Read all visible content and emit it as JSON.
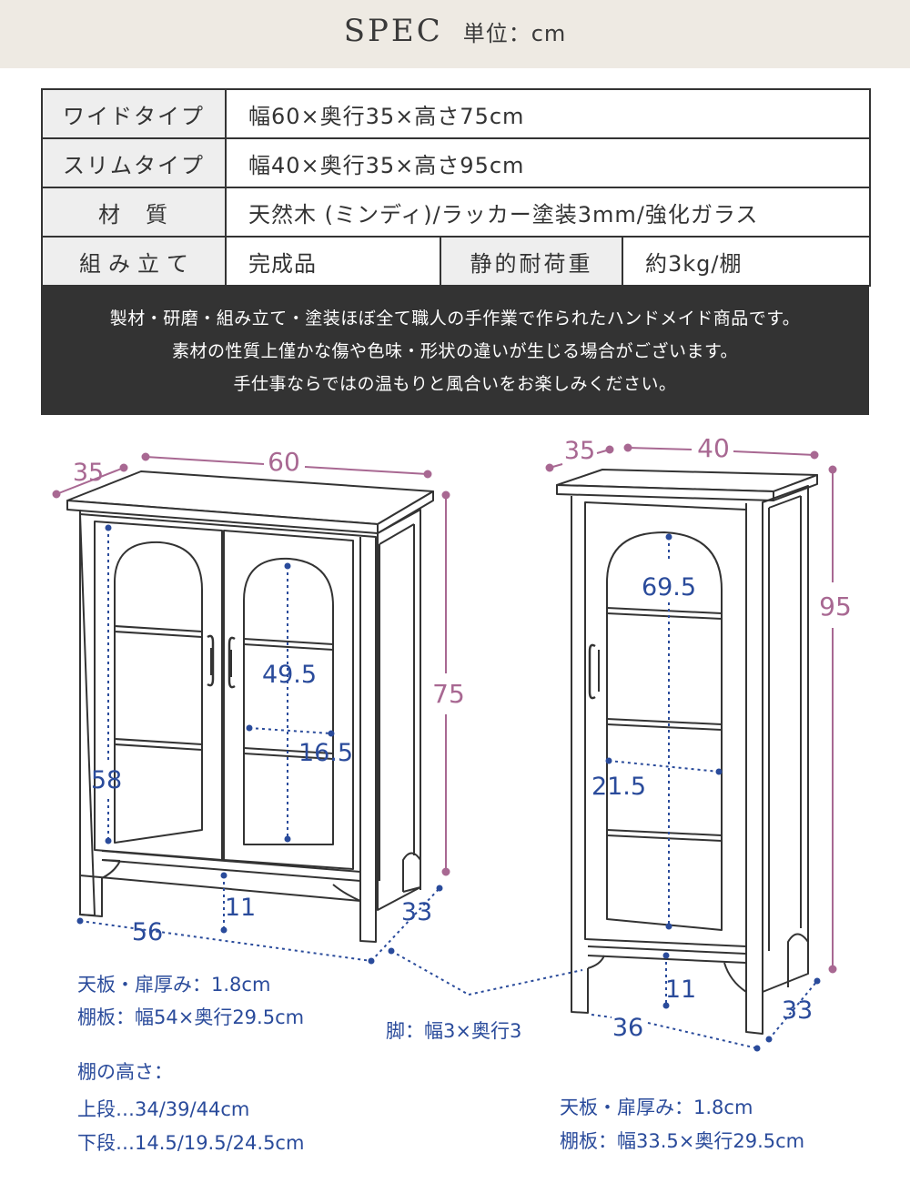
{
  "header": {
    "title": "SPEC",
    "unit": "単位：cm"
  },
  "spec_table": {
    "wide": {
      "label": "ワイドタイプ",
      "value": "幅60×奥行35×高さ75cm"
    },
    "slim": {
      "label": "スリムタイプ",
      "value": "幅40×奥行35×高さ95cm"
    },
    "material": {
      "label": "材　質",
      "value": "天然木 (ミンディ)/ラッカー塗装3mm/強化ガラス"
    },
    "assembly": {
      "label": "組み立て",
      "value": "完成品",
      "load_label": "静的耐荷重",
      "load_value": "約3kg/棚"
    }
  },
  "note": {
    "lines": [
      "製材・研磨・組み立て・塗装ほぼ全て職人の手作業で作られたハンドメイド商品です。",
      "素材の性質上僅かな傷や色味・形状の違いが生じる場合がございます。",
      "手仕事ならではの温もりと風合いをお楽しみください。"
    ]
  },
  "wide_diagram": {
    "depth": "35",
    "width": "60",
    "height": "75",
    "inner_height": "58",
    "upper_shelf": "49.5",
    "shelf_depth": "16.5",
    "leg_height": "11",
    "leg_width": "56",
    "leg_depth": "33"
  },
  "slim_diagram": {
    "depth": "35",
    "width": "40",
    "height": "95",
    "upper_shelf": "69.5",
    "shelf_depth": "21.5",
    "leg_height": "11",
    "leg_width": "36",
    "leg_depth": "33"
  },
  "captions": {
    "wide_top": "天板・扉厚み：1.8cm",
    "wide_shelf": "棚板：幅54×奥行29.5cm",
    "shelf_height_title": "棚の高さ：",
    "upper_tier": "上段…34/39/44cm",
    "lower_tier": "下段…14.5/19.5/24.5cm",
    "leg": "脚：幅3×奥行3",
    "slim_top": "天板・扉厚み：1.8cm",
    "slim_shelf": "棚板：幅33.5×奥行29.5cm"
  },
  "colors": {
    "outer_dim": "#a86892",
    "inner_dim": "#2a4b9b",
    "line": "#333333",
    "band": "#eeeae3"
  }
}
